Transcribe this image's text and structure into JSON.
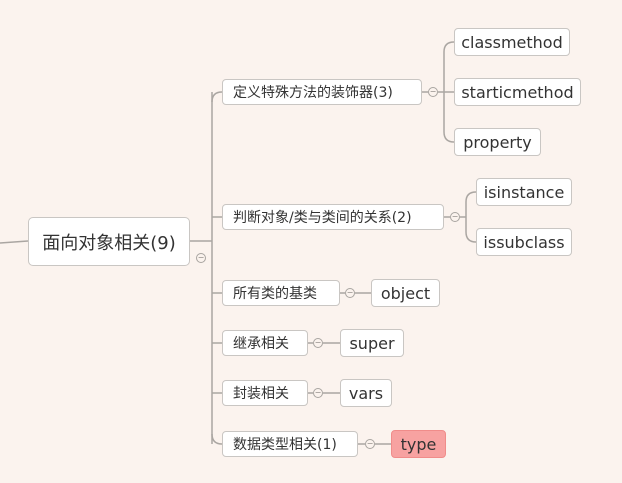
{
  "root": {
    "label": "面向对象相关(9)"
  },
  "branches": [
    {
      "label": "定义特殊方法的装饰器(3)",
      "children": [
        {
          "label": "classmethod"
        },
        {
          "label": "starticmethod"
        },
        {
          "label": "property"
        }
      ]
    },
    {
      "label": "判断对象/类与类间的关系(2)",
      "children": [
        {
          "label": "isinstance"
        },
        {
          "label": "issubclass"
        }
      ]
    },
    {
      "label": "所有类的基类",
      "children": [
        {
          "label": "object"
        }
      ]
    },
    {
      "label": "继承相关",
      "children": [
        {
          "label": "super"
        }
      ]
    },
    {
      "label": "封装相关",
      "children": [
        {
          "label": "vars"
        }
      ]
    },
    {
      "label": "数据类型相关(1)",
      "children": [
        {
          "label": "type",
          "highlight": true
        }
      ]
    }
  ],
  "collapse_glyph": "−",
  "colors": {
    "background": "#fbf3ee",
    "line": "#aaa6a2",
    "highlight": "#f7a2a1"
  }
}
